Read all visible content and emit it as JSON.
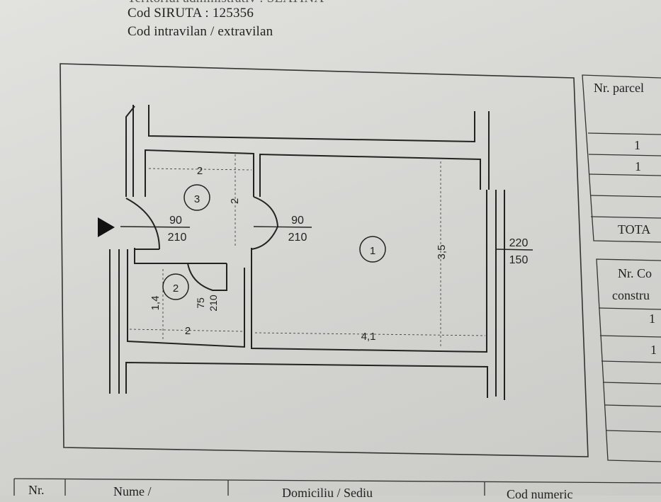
{
  "header": {
    "line_cut": "Teritoriul administrativ : SLATINA",
    "siruta": "Cod SIRUTA : 125356",
    "intravilan": "Cod intravilan / extravilan"
  },
  "plan": {
    "rooms": [
      "1",
      "2",
      "3"
    ],
    "dimensions": {
      "room3_width": "2",
      "room3_depth": "2",
      "room2_width": "2",
      "room2_depth": "1,4",
      "room1_width": "4,1",
      "room1_depth": "3,5"
    },
    "openings": {
      "entrance_door": {
        "width": "90",
        "height": "210"
      },
      "room1_door": {
        "width": "90",
        "height": "210"
      },
      "room2_door": {
        "width": "75",
        "height": "210"
      },
      "window": {
        "width": "220",
        "height": "150"
      }
    }
  },
  "table_parcel": {
    "header": "Nr. parcel",
    "rows": [
      "1",
      "1"
    ],
    "total": "TOTA"
  },
  "table_constructii": {
    "header_line1": "Nr. Co",
    "header_line2": "constru",
    "rows": [
      "1",
      "1"
    ]
  },
  "table_bottom": {
    "cols": [
      "Nr.",
      "Nume /",
      "Domiciliu / Sediu",
      "Cod numeric"
    ]
  },
  "colors": {
    "ink": "#222222",
    "paper": "#dcdcd9"
  }
}
